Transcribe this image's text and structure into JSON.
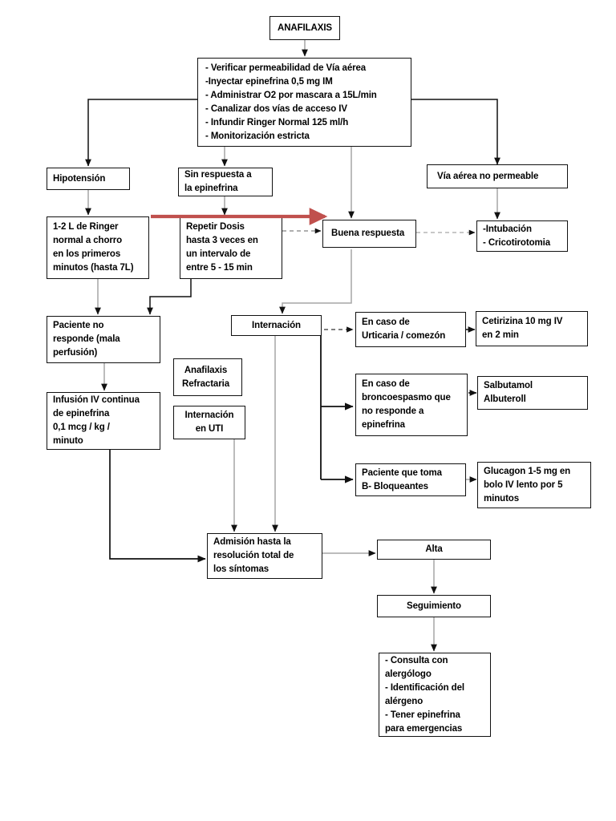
{
  "diagram": {
    "title": "ANAFILAXIS",
    "accent_red": "#C0504D",
    "line_gray": "#A6A6A6",
    "line_black": "#111111",
    "nodes": {
      "anafilaxis": "ANAFILAXIS",
      "manejo_inicial": "- Verificar permeabilidad de Vía aérea\n-Inyectar epinefrina 0,5 mg IM\n- Administrar O2 por mascara a 15L/min\n- Canalizar dos vías de acceso IV\n- Infundir Ringer Normal 125 ml/h\n- Monitorización estricta",
      "hipotension": "Hipotensión",
      "sin_respuesta": "Sin respuesta a\nla epinefrina",
      "via_aerea_no_permeable": "Vía aérea no permeable",
      "ringer": "1-2 L de Ringer\nnormal a chorro\nen los primeros\nminutos (hasta 7L)",
      "repetir_dosis": "Repetir Dosis\nhasta 3 veces en\nun intervalo de\nentre 5 - 15 min",
      "buena_respuesta": "Buena respuesta",
      "intubacion": "-Intubación\n- Cricotirotomia",
      "paciente_no_responde": "Paciente no\nresponde (mala\nperfusión)",
      "infusion_iv": "Infusión  IV continua\nde epinefrina\n0,1 mcg / kg /\nminuto",
      "anafilaxis_refractaria": "Anafilaxis\nRefractaria",
      "internacion_uti": "Internación\nen UTI",
      "internacion": "Internación",
      "caso_urticaria": "En caso de\nUrticaria / comezón",
      "cetirizina": "Cetirizina 10 mg IV\nen 2 min",
      "caso_broncoespasmo": "En caso de\nbroncoespasmo que\nno responde a\nepinefrina",
      "salbutamol": "Salbutamol\nAlbuteroll",
      "paciente_bloqueantes": "Paciente que toma\nB- Bloqueantes",
      "glucagon": "Glucagon 1-5 mg en\nbolo IV lento por 5\nminutos",
      "admision": "Admisión hasta la\nresolución total de\nlos síntomas",
      "alta": "Alta",
      "seguimiento": "Seguimiento",
      "recomendaciones": "- Consulta con\nalergólogo\n- Identificación del\nalérgeno\n- Tener epinefrina\npara emergencias"
    }
  }
}
